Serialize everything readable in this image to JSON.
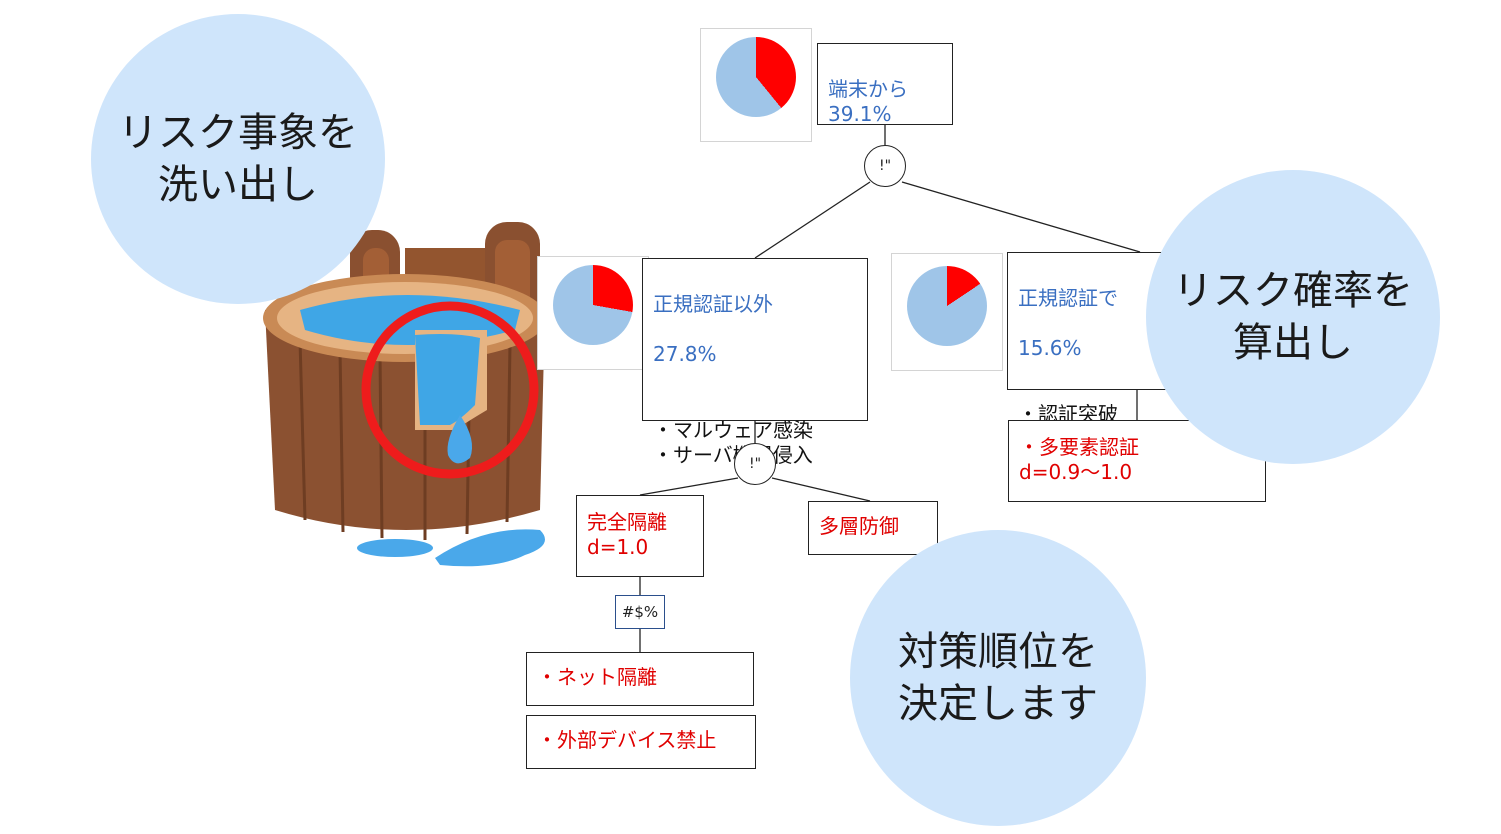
{
  "bubbles": {
    "identify": "リスク事象を\n洗い出し",
    "calculate": "リスク確率を\n算出し",
    "decide": "対策順位を\n決定します"
  },
  "nodes": {
    "top": {
      "title": "端末から",
      "value": "39.1%",
      "fraction": 0.391
    },
    "left": {
      "title": "正規認証以外",
      "value": "27.8%",
      "fraction": 0.278,
      "items": "・マルウェア感染\n・サーバ機器侵入"
    },
    "right": {
      "title": "正規認証で",
      "value": "15.6%",
      "fraction": 0.156,
      "items": "・認証突破"
    }
  },
  "gates": {
    "top": "!\"",
    "left": "!\""
  },
  "countermeasures": {
    "mfa": "・多要素認証\nd=0.9〜1.0",
    "isolation": "完全隔離\nd=1.0",
    "defense": "多層防御",
    "link_node": "#$%",
    "net_isolation": "・ネット隔離",
    "device_ban": "・外部デバイス禁止"
  },
  "colors": {
    "risk": "#ff0000",
    "safe": "#9fc5e8",
    "title_blue": "#3a6fc1",
    "countermeasure_red": "#e00000",
    "bubble": "#cfe5fb"
  },
  "illustration": {
    "name": "leaking-wooden-bucket"
  }
}
